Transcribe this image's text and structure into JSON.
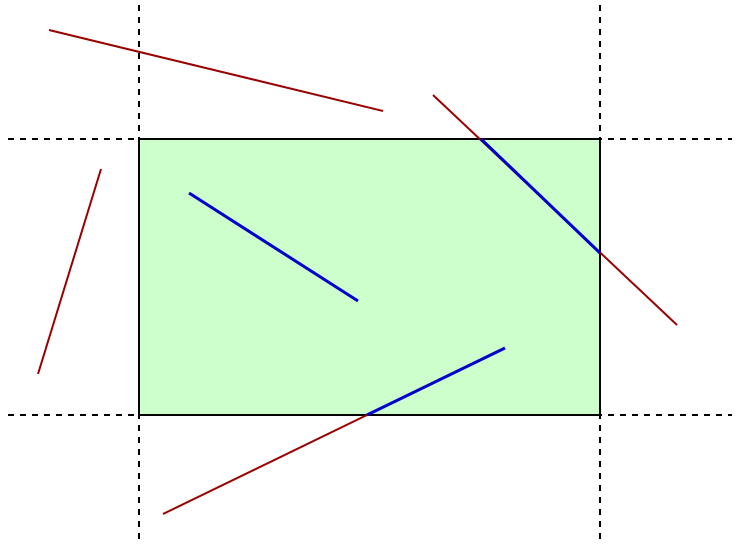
{
  "diagram": {
    "description_type": "line-clipping",
    "colors": {
      "clip_fill": "#ccffcc",
      "clip_stroke": "#000000",
      "guide_stroke": "#000000",
      "outside_segment": "#990000",
      "inside_segment": "#0000cc"
    },
    "segments": [
      {
        "id": "seg-1",
        "status": "fully-outside"
      },
      {
        "id": "seg-2",
        "status": "fully-outside"
      },
      {
        "id": "seg-3",
        "status": "fully-inside"
      },
      {
        "id": "seg-4",
        "status": "partially-clipped"
      },
      {
        "id": "seg-5",
        "status": "partially-clipped"
      }
    ]
  }
}
